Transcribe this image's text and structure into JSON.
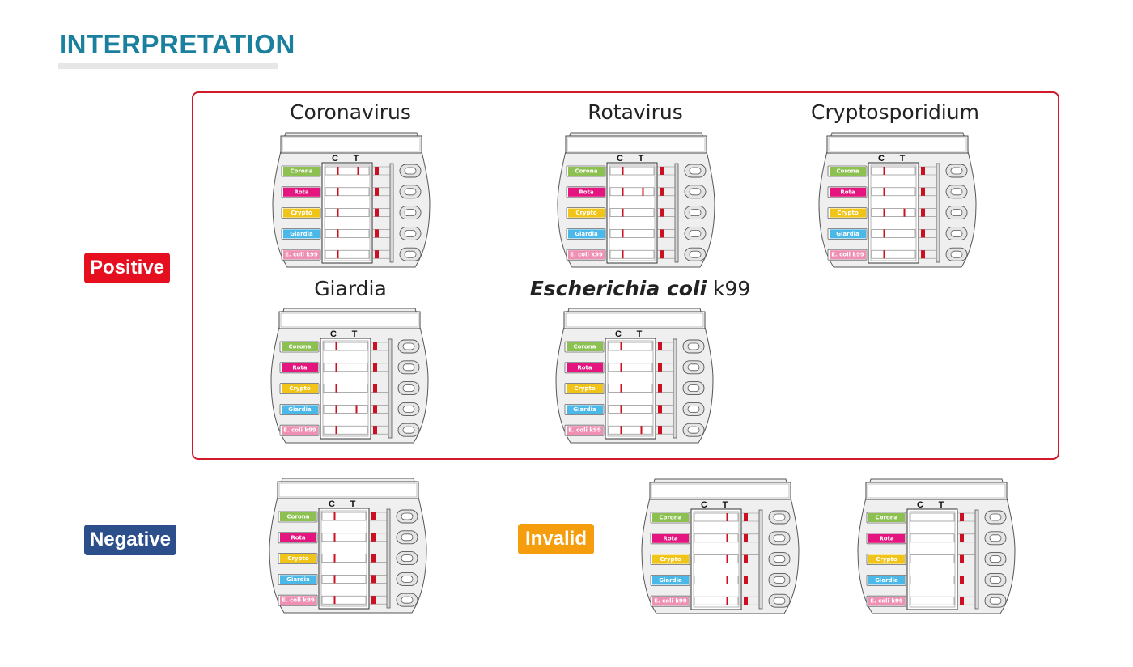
{
  "header": {
    "title": "INTERPRETATION"
  },
  "badges": {
    "positive": "Positive",
    "negative": "Negative",
    "invalid": "Invalid"
  },
  "control_label": "C",
  "test_label": "T",
  "rows": [
    {
      "label": "Corona",
      "color": "#8cc152"
    },
    {
      "label": "Rota",
      "color": "#e4157f"
    },
    {
      "label": "Crypto",
      "color": "#f0c419"
    },
    {
      "label": "Giardia",
      "color": "#4ab8e8"
    },
    {
      "label": "E. coli k99",
      "color": "#ef8fb3"
    }
  ],
  "colors": {
    "line": "#cc1022",
    "frame": "#d11a2a",
    "title": "#1b7f9e",
    "device_bg": "#efefef"
  },
  "devices": [
    {
      "id": "coronavirus",
      "group": "positive",
      "title": "Coronavirus",
      "title_italic": "",
      "c_lines": [
        true,
        true,
        true,
        true,
        true
      ],
      "t_lines": [
        true,
        false,
        false,
        false,
        false
      ]
    },
    {
      "id": "rotavirus",
      "group": "positive",
      "title": "Rotavirus",
      "title_italic": "",
      "c_lines": [
        true,
        true,
        true,
        true,
        true
      ],
      "t_lines": [
        false,
        true,
        false,
        false,
        false
      ]
    },
    {
      "id": "cryptosporidium",
      "group": "positive",
      "title": "Cryptosporidium",
      "title_italic": "",
      "c_lines": [
        true,
        true,
        true,
        true,
        true
      ],
      "t_lines": [
        false,
        false,
        true,
        false,
        false
      ]
    },
    {
      "id": "giardia",
      "group": "positive",
      "title": "Giardia",
      "title_italic": "",
      "c_lines": [
        true,
        true,
        true,
        true,
        true
      ],
      "t_lines": [
        false,
        false,
        false,
        true,
        false
      ]
    },
    {
      "id": "ecoli",
      "group": "positive",
      "title": "k99",
      "title_italic": "Escherichia coli",
      "c_lines": [
        true,
        true,
        true,
        true,
        true
      ],
      "t_lines": [
        false,
        false,
        false,
        false,
        true
      ]
    },
    {
      "id": "negative",
      "group": "negative",
      "title": "",
      "title_italic": "",
      "c_lines": [
        true,
        true,
        true,
        true,
        true
      ],
      "t_lines": [
        false,
        false,
        false,
        false,
        false
      ]
    },
    {
      "id": "invalid-1",
      "group": "invalid",
      "title": "",
      "title_italic": "",
      "c_lines": [
        false,
        false,
        false,
        false,
        false
      ],
      "t_lines": [
        true,
        true,
        true,
        true,
        true
      ]
    },
    {
      "id": "invalid-2",
      "group": "invalid",
      "title": "",
      "title_italic": "",
      "c_lines": [
        false,
        false,
        false,
        false,
        false
      ],
      "t_lines": [
        false,
        false,
        false,
        false,
        false
      ]
    }
  ]
}
